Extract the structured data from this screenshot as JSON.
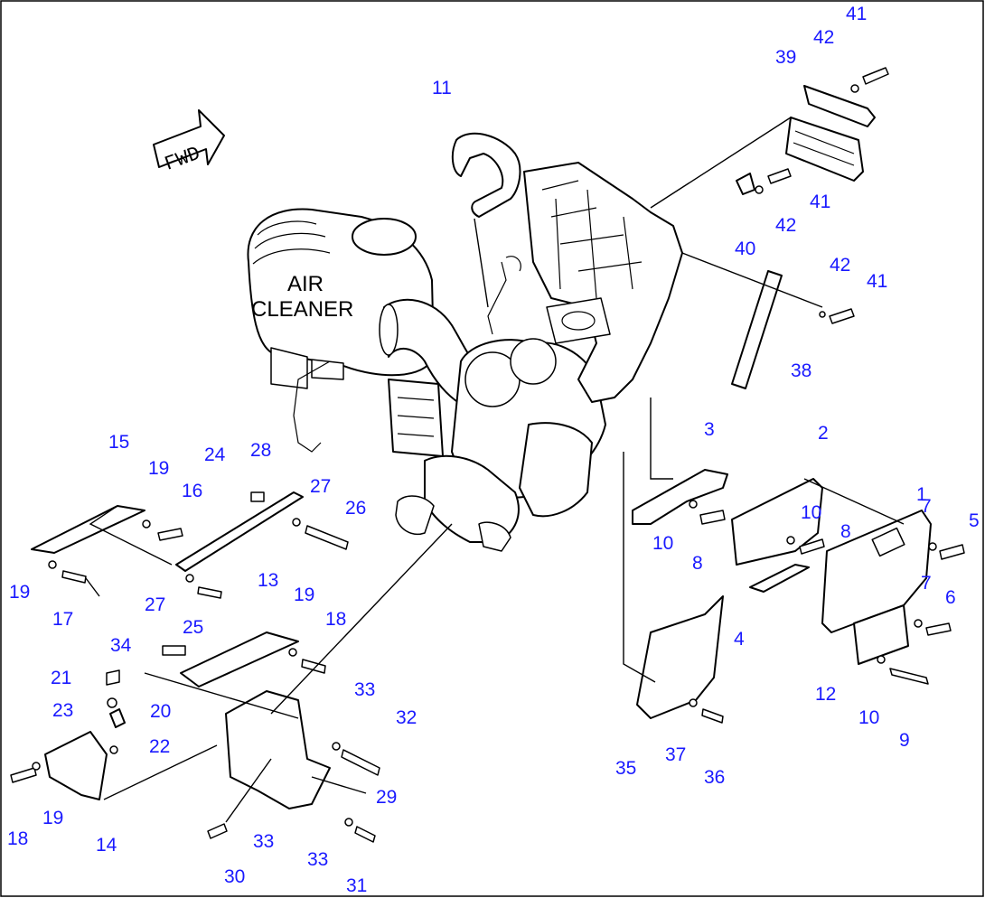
{
  "labels": {
    "air_cleaner_line1": "AIR",
    "air_cleaner_line2": "CLEANER",
    "fwd": "FWD"
  },
  "callouts": [
    "1",
    "2",
    "3",
    "4",
    "5",
    "6",
    "7",
    "8",
    "9",
    "10",
    "11",
    "12",
    "13",
    "14",
    "15",
    "16",
    "17",
    "18",
    "19",
    "20",
    "21",
    "22",
    "23",
    "24",
    "25",
    "26",
    "27",
    "28",
    "29",
    "30",
    "31",
    "32",
    "33",
    "34",
    "35",
    "36",
    "37",
    "38",
    "39",
    "40",
    "41",
    "42"
  ],
  "colors": {
    "callout": "#1a1aff",
    "line": "#000000",
    "background": "#ffffff"
  }
}
